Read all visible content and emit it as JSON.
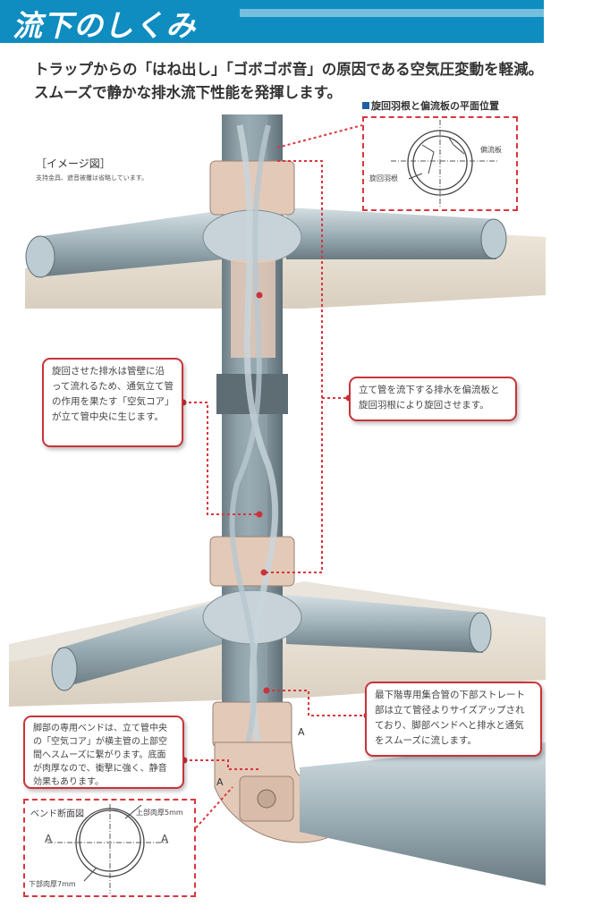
{
  "header": {
    "title": "流下のしくみ"
  },
  "lead": [
    "トラップからの「はね出し」「ゴボゴボ音」の原因である空気圧変動を軽減。",
    "スムーズで静かな排水流下性能を発揮します。"
  ],
  "inset": {
    "title": "旋回羽根と偏流板の平面位置",
    "label_deflector": "偏流板",
    "label_vane": "旋回羽根"
  },
  "image_label": "［イメージ図］",
  "image_note": "支持金具、遮音被覆は省略しています。",
  "callouts": {
    "air_core": "旋回させた排水は管壁に沿って流れるため、通気立て管の作用を果たす「空気コア」が立て管中央に生じます。",
    "swirl": "立て管を流下する排水を偏流板と旋回羽根により旋回させます。",
    "lower_straight": "最下階専用集合管の下部ストレート部は立て管径よりサイズアップされており、脚部ベンドへと排水と通気をスムーズに流します。",
    "bend": "脚部の専用ベンドは、立て管中央の「空気コア」が横主管の上部空間へスムーズに繋がります。底面が肉厚なので、衝撃に強く、静音効果もあります。"
  },
  "bend_section": {
    "title": "ベンド断面図",
    "upper_thickness": "上部肉厚5mm",
    "lower_thickness": "下部肉厚7mm",
    "section_mark": "A"
  },
  "colors": {
    "brand": "#0f8cc0",
    "callout_border": "#c8333a",
    "pipe": "#9fb1b8",
    "fitting": "#e3c9b8"
  }
}
